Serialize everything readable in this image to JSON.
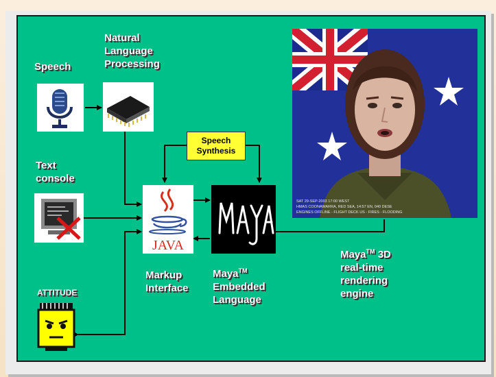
{
  "labels": {
    "speech": "Speech",
    "nlp": [
      "Natural",
      "Language",
      "Processing"
    ],
    "text_console": [
      "Text",
      "console"
    ],
    "attitude": "ATTITUDE",
    "speech_synthesis": [
      "Speech",
      "Synthesis"
    ],
    "markup_interface": [
      "Markup",
      "Interface"
    ],
    "maya_embedded": {
      "line1_prefix": "Maya",
      "tm": "TM",
      "line2": "Embedded",
      "line3": "Language"
    },
    "maya_engine": {
      "line1_prefix": "Maya",
      "tm": "TM",
      "line1_suffix": " 3D",
      "line2": "real-time",
      "line3": "rendering",
      "line4": "engine"
    }
  },
  "logos": {
    "java": "JAVA",
    "maya": "MAYA"
  },
  "photo_caption": [
    "SAT 29-SEP-2003 17:00 WEST",
    "HMAS COONAWARRA, RED SEA, 14:57 EN, 040 DESE",
    "ENGINES OFFLINE - FLIGHT DECK US - FIRES - FLOODING"
  ],
  "colors": {
    "panel_bg": "#00c08a",
    "synth_box": "#ffff33",
    "arrow": "#000000"
  },
  "icons": [
    "microphone-icon",
    "chip-icon",
    "console-icon",
    "attitude-face-icon",
    "java-logo-icon",
    "maya-logo-icon"
  ]
}
